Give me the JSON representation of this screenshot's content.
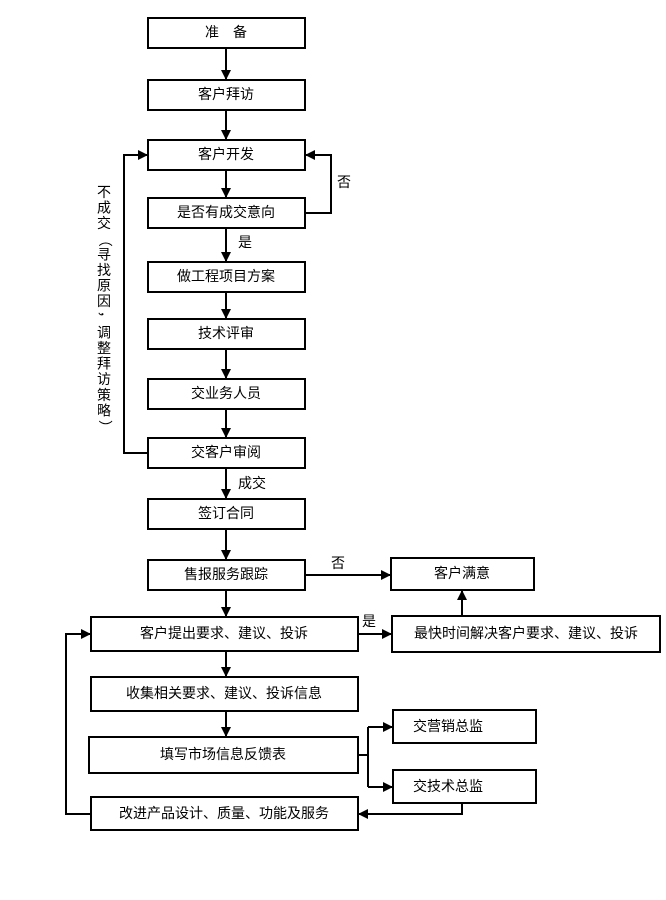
{
  "nodes": {
    "prepare": "准　备",
    "visit": "客户拜访",
    "develop": "客户开发",
    "intent": "是否有成交意向",
    "plan": "做工程项目方案",
    "review": "技术评审",
    "business": "交业务人员",
    "customer_review": "交客户审阅",
    "contract": "签订合同",
    "followup": "售报服务跟踪",
    "satisfied": "客户满意",
    "requests": "客户提出要求、建议、投诉",
    "resolve": "最快时间解决客户要求、建议、投诉",
    "collect": "收集相关要求、建议、投诉信息",
    "feedback_form": "填写市场信息反馈表",
    "marketing_director": "交营销总监",
    "tech_director": "交技术总监",
    "improve": "改进产品设计、质量、功能及服务"
  },
  "edge_labels": {
    "no_intent": "否",
    "yes_intent": "是",
    "deal": "成交",
    "not_satisfied": "否",
    "yes_requests": "是"
  },
  "side_label": "不成交（寻找原因，调整拜访策略）"
}
